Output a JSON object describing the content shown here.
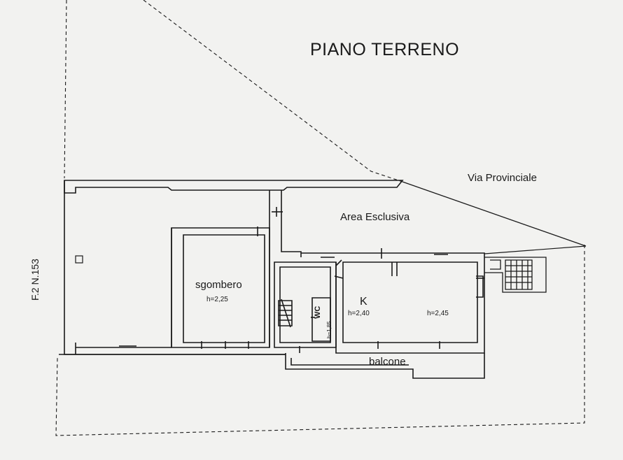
{
  "plan": {
    "title": "PIANO TERRENO",
    "road_label": "Via Provinciale",
    "area_label": "Area Esclusiva",
    "sheet_ref": "F.2 N.153",
    "rooms": {
      "sgombero": {
        "name": "sgombero",
        "height": "h=2,25"
      },
      "kitchen": {
        "name": "K",
        "height": "h=2,40"
      },
      "room2": {
        "height": "h=2,45"
      },
      "wc": {
        "name": "WC",
        "height": "h=1,85"
      },
      "balcone": {
        "name": "balcone"
      }
    }
  },
  "colors": {
    "ink": "#1a1a1a",
    "paper": "#f2f2f0"
  }
}
